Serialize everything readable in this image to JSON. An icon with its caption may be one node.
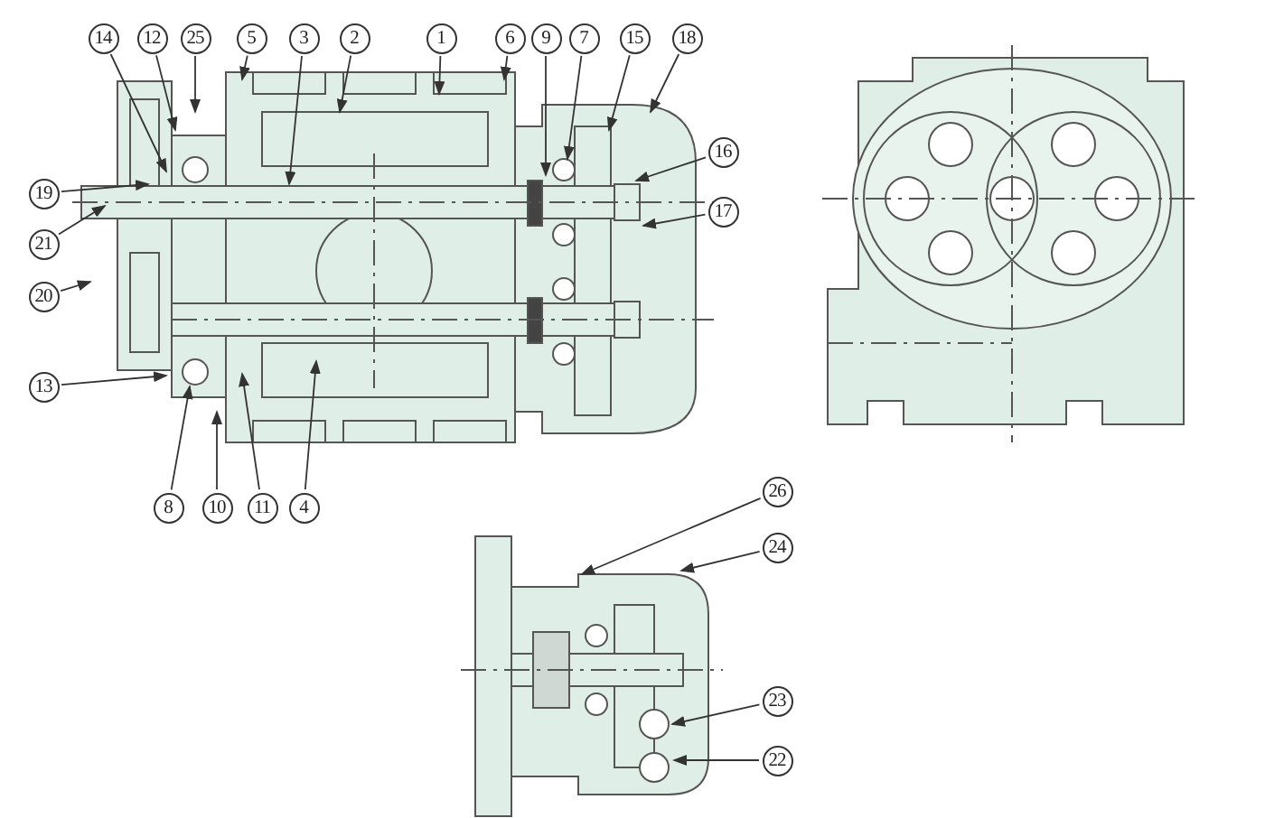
{
  "diagram": {
    "nodes": [
      {
        "text": [
          "14"
        ]
      },
      {
        "text": [
          "12"
        ]
      },
      {
        "text": [
          "25"
        ]
      },
      {
        "text": [
          "5"
        ]
      },
      {
        "text": [
          "3"
        ]
      },
      {
        "text": [
          "2"
        ]
      },
      {
        "text": [
          "1"
        ]
      },
      {
        "text": [
          "6"
        ]
      },
      {
        "text": [
          "9"
        ]
      },
      {
        "text": [
          "7"
        ]
      },
      {
        "text": [
          "15"
        ]
      },
      {
        "text": [
          "18"
        ]
      },
      {
        "text": [
          "16"
        ]
      },
      {
        "text": [
          "19"
        ]
      },
      {
        "text": [
          "17"
        ]
      },
      {
        "text": [
          "21"
        ]
      },
      {
        "text": [
          "20"
        ]
      },
      {
        "text": [
          "13"
        ]
      },
      {
        "text": [
          "8"
        ]
      },
      {
        "text": [
          "10"
        ]
      },
      {
        "text": [
          "11"
        ]
      },
      {
        "text": [
          "4"
        ]
      },
      {
        "text": [
          "26"
        ]
      },
      {
        "text": [
          "24"
        ]
      },
      {
        "text": [
          "23"
        ]
      },
      {
        "text": [
          "22"
        ]
      }
    ],
    "edges": [
      {
        "from": 0,
        "to": null,
        "arrow": "to"
      },
      {
        "from": 1,
        "to": null,
        "arrow": "to"
      },
      {
        "from": 2,
        "to": null,
        "arrow": "to"
      },
      {
        "from": 3,
        "to": null,
        "arrow": "to"
      },
      {
        "from": 4,
        "to": null,
        "arrow": "to"
      },
      {
        "from": 5,
        "to": null,
        "arrow": "to"
      },
      {
        "from": 6,
        "to": null,
        "arrow": "to"
      },
      {
        "from": 7,
        "to": null,
        "arrow": "to"
      },
      {
        "from": 8,
        "to": null,
        "arrow": "to"
      },
      {
        "from": 9,
        "to": null,
        "arrow": "to"
      },
      {
        "from": 10,
        "to": null,
        "arrow": "to"
      },
      {
        "from": 11,
        "to": null,
        "arrow": "to"
      },
      {
        "from": 12,
        "to": null,
        "arrow": "to"
      },
      {
        "from": 13,
        "to": null,
        "arrow": "to"
      },
      {
        "from": 14,
        "to": null,
        "arrow": "to"
      },
      {
        "from": 15,
        "to": null,
        "arrow": "to"
      },
      {
        "from": 16,
        "to": null,
        "arrow": "to"
      },
      {
        "from": 17,
        "to": null,
        "arrow": "to"
      },
      {
        "from": 18,
        "to": null,
        "arrow": "to"
      },
      {
        "from": 19,
        "to": null,
        "arrow": "to"
      },
      {
        "from": 20,
        "to": null,
        "arrow": "to"
      },
      {
        "from": 21,
        "to": null,
        "arrow": "to"
      },
      {
        "from": 22,
        "to": null,
        "arrow": "to"
      },
      {
        "from": 23,
        "to": null,
        "arrow": "to"
      },
      {
        "from": 24,
        "to": null,
        "arrow": "to"
      },
      {
        "from": 25,
        "to": null,
        "arrow": "to"
      }
    ]
  }
}
